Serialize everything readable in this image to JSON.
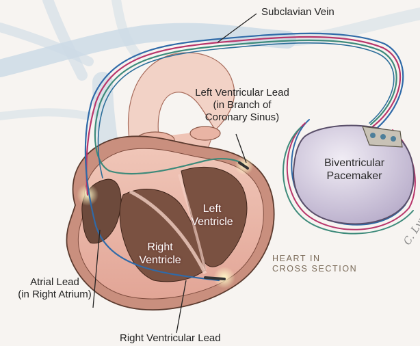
{
  "labels": {
    "subclavian_vein": "Subclavian Vein",
    "lv_lead": [
      "Left Ventricular Lead",
      "(in Branch of",
      "Coronary Sinus)"
    ],
    "pacemaker": [
      "Biventricular",
      "Pacemaker"
    ],
    "left_ventricle": [
      "Left",
      "Ventricle"
    ],
    "right_ventricle": [
      "Right",
      "Ventricle"
    ],
    "cross_section": [
      "HEART IN",
      "CROSS SECTION"
    ],
    "atrial_lead": [
      "Atrial Lead",
      "(in Right Atrium)"
    ],
    "rv_lead": "Right Ventricular Lead",
    "signature": "C. Lynn"
  },
  "colors": {
    "background": "#f7f4f1",
    "vessel": "#c9d8e4",
    "heart_tissue": "#e8b7a7",
    "heart_outline": "#5b3a2e",
    "lead_red": "#b8356a",
    "lead_blue": "#2f6aa8",
    "lead_green": "#3d8a7a",
    "pacemaker_body": "#ddd5e6"
  }
}
